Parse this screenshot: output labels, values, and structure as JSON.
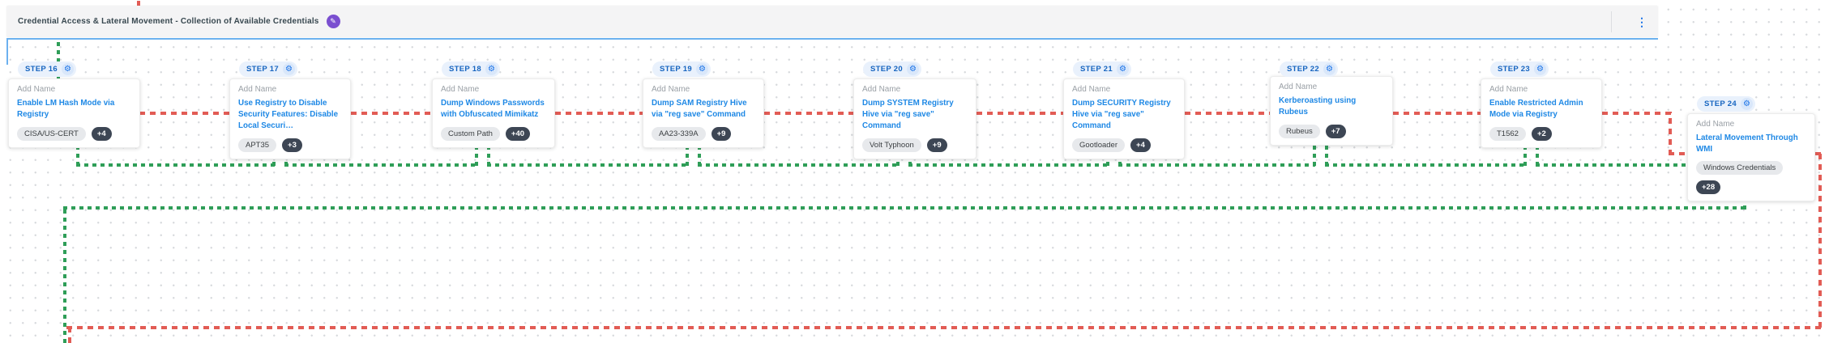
{
  "header": {
    "title": "Credential Access & Lateral Movement - Collection of Available Credentials"
  },
  "glyphs": {
    "pencil": "✎",
    "kebab": "⋮",
    "gear": "⚙"
  },
  "steps": [
    {
      "step_label": "STEP 16",
      "name_placeholder": "Add Name",
      "link": "Enable LM Hash Mode via Registry",
      "tag": "CISA/US-CERT",
      "count": "+4"
    },
    {
      "step_label": "STEP 17",
      "name_placeholder": "Add Name",
      "link": "Use Registry to Disable Security Features: Disable Local Securi…",
      "tag": "APT35",
      "count": "+3"
    },
    {
      "step_label": "STEP 18",
      "name_placeholder": "Add Name",
      "link": "Dump Windows Passwords with Obfuscated Mimikatz",
      "tag": "Custom Path",
      "count": "+40"
    },
    {
      "step_label": "STEP 19",
      "name_placeholder": "Add Name",
      "link": "Dump SAM Registry Hive via \"reg save\" Command",
      "tag": "AA23-339A",
      "count": "+9"
    },
    {
      "step_label": "STEP 20",
      "name_placeholder": "Add Name",
      "link": "Dump SYSTEM Registry Hive via \"reg save\" Command",
      "tag": "Volt Typhoon",
      "count": "+9"
    },
    {
      "step_label": "STEP 21",
      "name_placeholder": "Add Name",
      "link": "Dump SECURITY Registry Hive via \"reg save\" Command",
      "tag": "Gootloader",
      "count": "+4"
    },
    {
      "step_label": "STEP 22",
      "name_placeholder": "Add Name",
      "link": "Kerberoasting using Rubeus",
      "tag": "Rubeus",
      "count": "+7"
    },
    {
      "step_label": "STEP 23",
      "name_placeholder": "Add Name",
      "link": "Enable Restricted Admin Mode via Registry",
      "tag": "T1562",
      "count": "+2"
    },
    {
      "step_label": "STEP 24",
      "name_placeholder": "Add Name",
      "link": "Lateral Movement Through WMI",
      "tag": "Windows Credentials",
      "count": "+28"
    }
  ],
  "colors": {
    "step_label_blue": "#1765c0",
    "link_blue": "#1e88e5",
    "connector_fail_red": "#e25c55",
    "connector_success_green": "#2f9e58",
    "selection_border_blue": "#6cb1ef",
    "edit_button_purple": "#7a4fd0",
    "count_pill_dark": "#3d4654",
    "tag_pill_grey": "#e7e9ec",
    "header_grey": "#f4f4f5"
  }
}
